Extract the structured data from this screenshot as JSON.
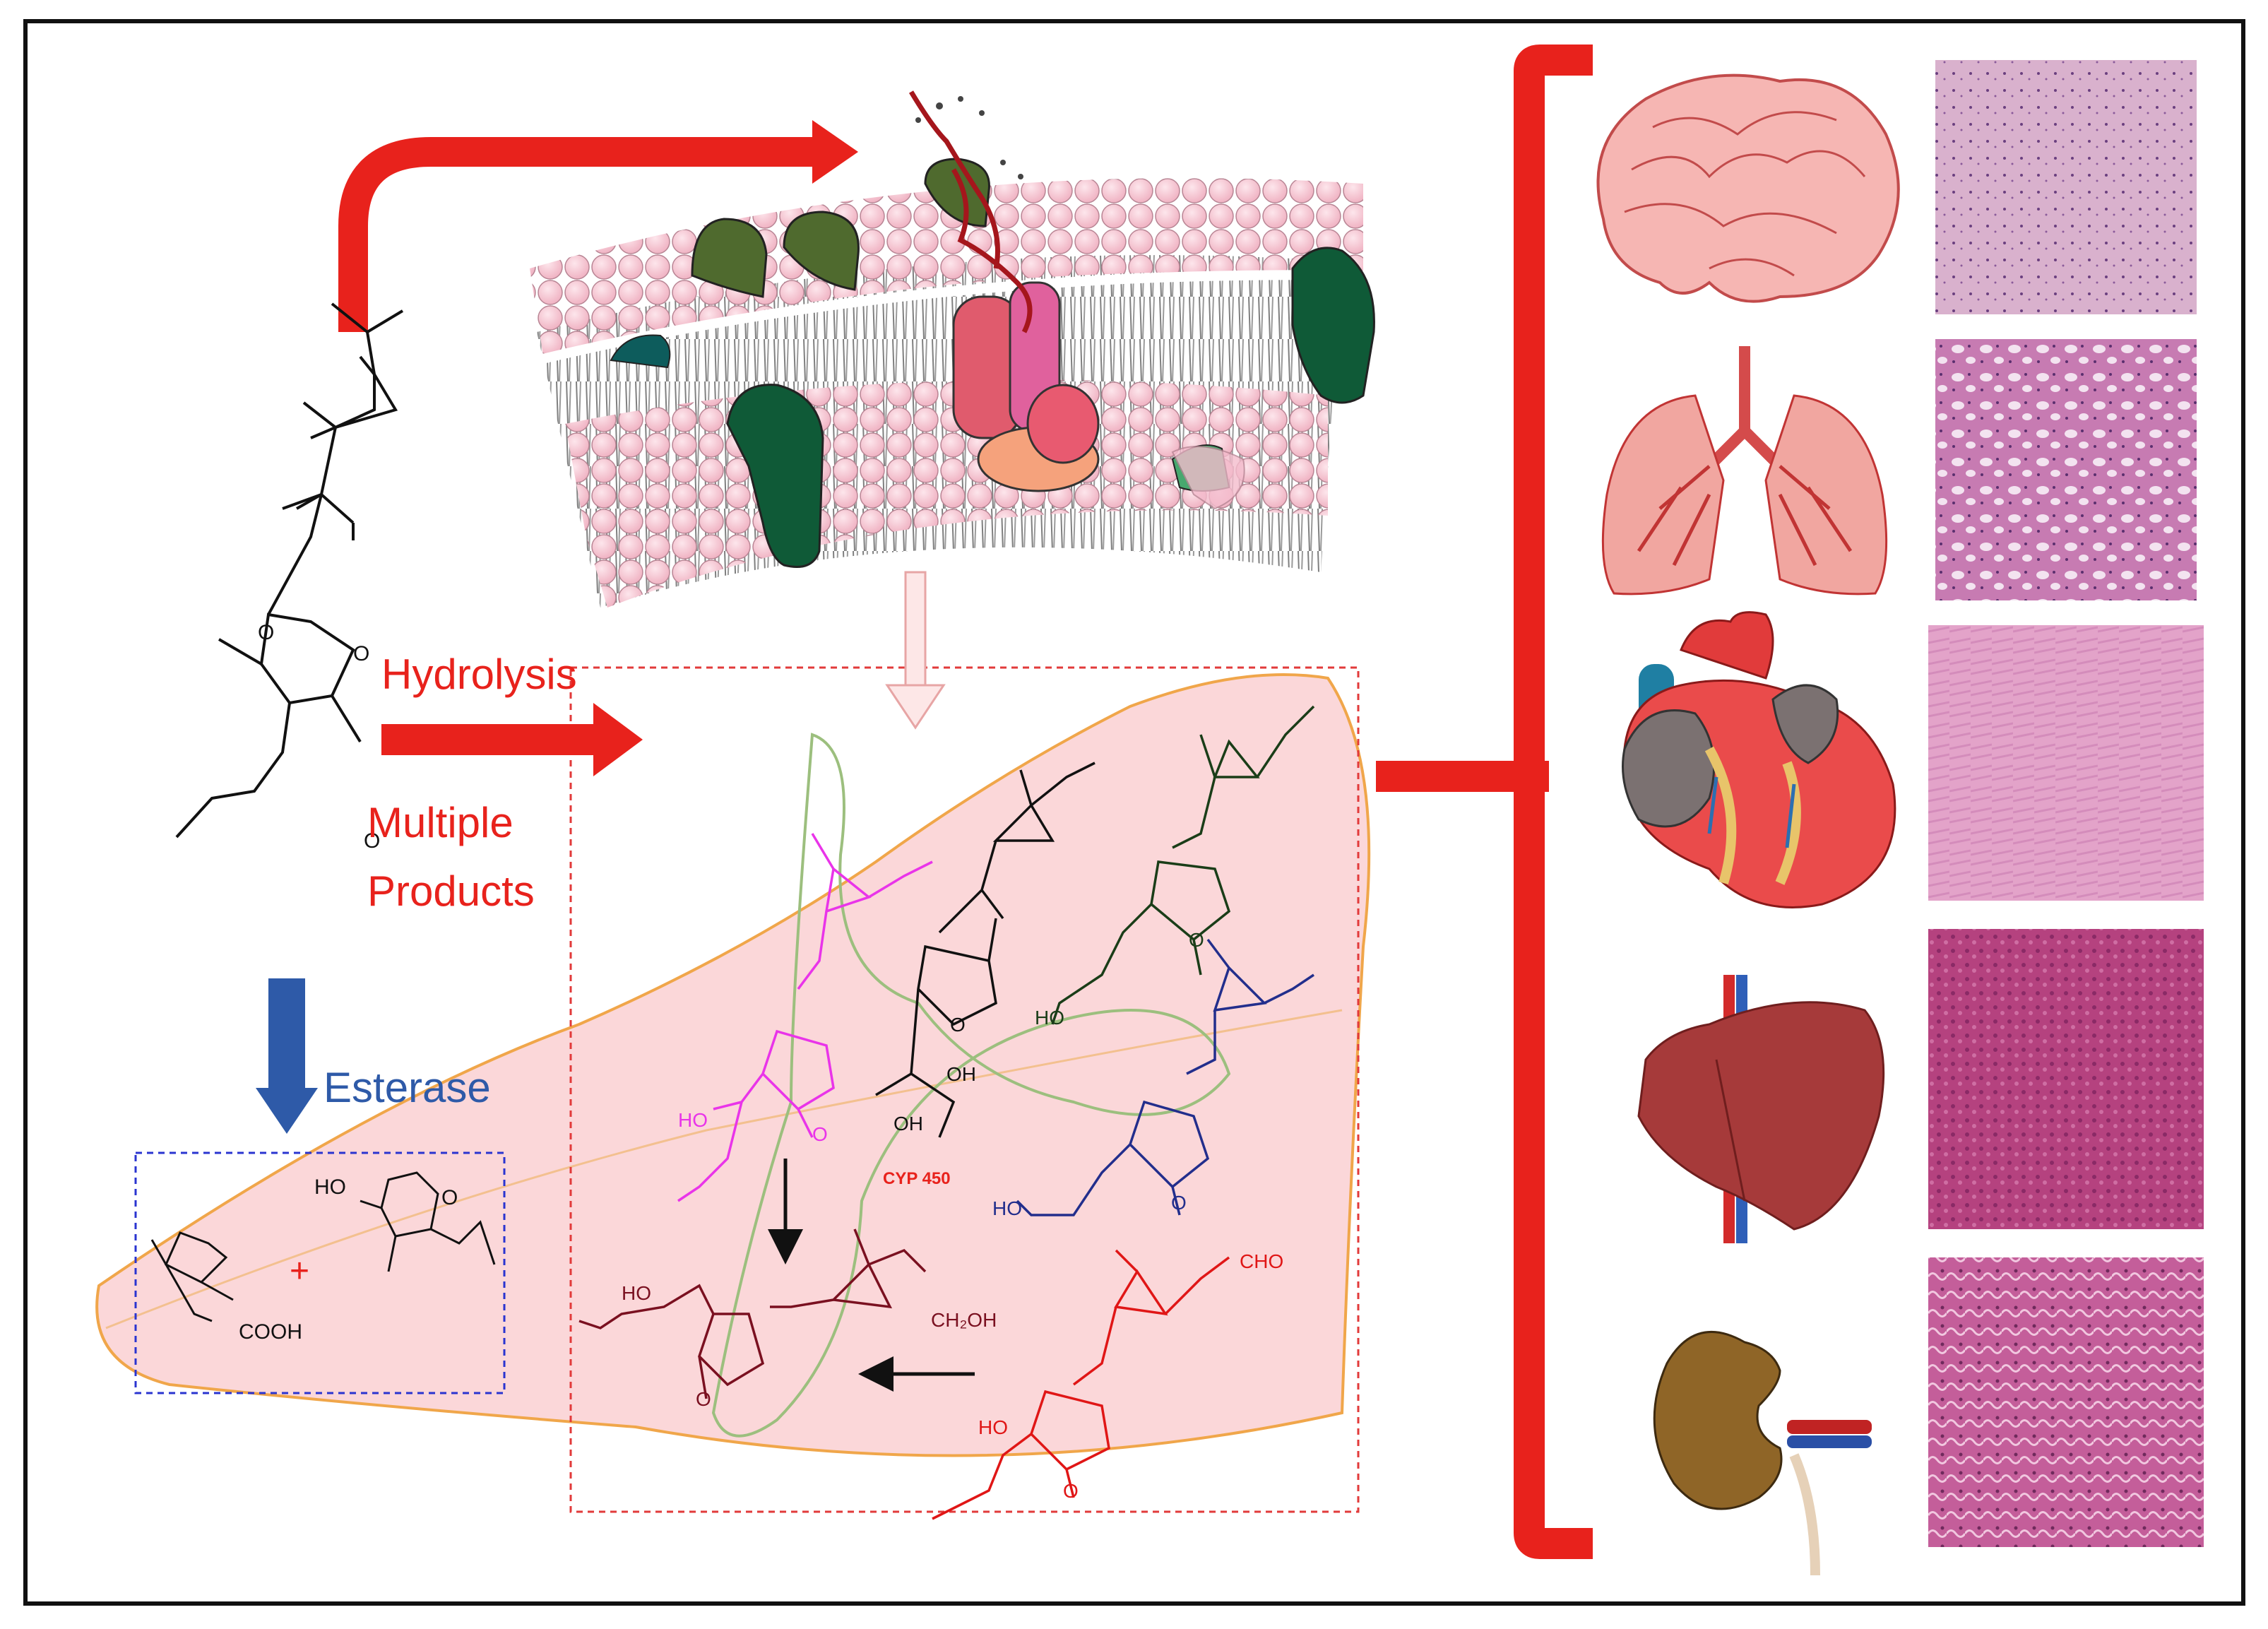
{
  "labels": {
    "hydrolysis": "Hydrolysis",
    "multiple_line1": "Multiple",
    "multiple_line2": "Products",
    "esterase": "Esterase",
    "cyp": "CYP 450",
    "plus": "+"
  },
  "chem": {
    "o": "O",
    "ho": "HO",
    "oh": "OH",
    "cooh": "COOH",
    "ch2oh": "CH₂OH",
    "cho": "CHO"
  },
  "organs": [
    "brain",
    "lungs",
    "heart",
    "liver",
    "kidney"
  ],
  "colors": {
    "arrow_red": "#e8221c",
    "arrow_blue": "#2e5aa8",
    "zone_fill": "#fbd7d9",
    "zone_edge": "#f0a64a",
    "lipid": "#f7c7d2",
    "protein_dark": "#0f5a37",
    "protein_olive": "#4f6a2e",
    "tissue_stain": "#d98ab6",
    "metabolite_magenta": "#e934e9",
    "metabolite_blue": "#222e8c",
    "metabolite_red": "#e01616",
    "metabolite_dark": "#7a1020"
  }
}
